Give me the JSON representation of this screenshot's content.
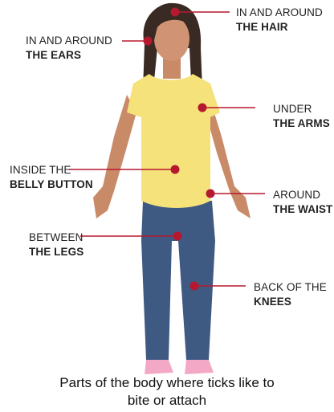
{
  "labels": {
    "hair": {
      "line1": "IN AND AROUND",
      "line2": "THE HAIR"
    },
    "ears": {
      "line1": "IN AND AROUND",
      "line2": "THE EARS"
    },
    "arms": {
      "line1": "UNDER",
      "line2": "THE ARMS"
    },
    "belly": {
      "line1": "INSIDE THE",
      "line2": "BELLY BUTTON"
    },
    "waist": {
      "line1": "AROUND",
      "line2": "THE WAIST"
    },
    "legs": {
      "line1": "BETWEEN",
      "line2": "THE LEGS"
    },
    "knees": {
      "line1": "BACK OF THE",
      "line2": "KNEES"
    }
  },
  "caption": {
    "line1": "Parts of the body where ticks like to",
    "line2": "bite or attach"
  },
  "colors": {
    "marker": "#b5192f",
    "shirt": "#f5e27a",
    "jeans": "#3f5a82",
    "skin": "#c98a67",
    "hair": "#3a2a24",
    "shoes": "#f3a9c5"
  }
}
